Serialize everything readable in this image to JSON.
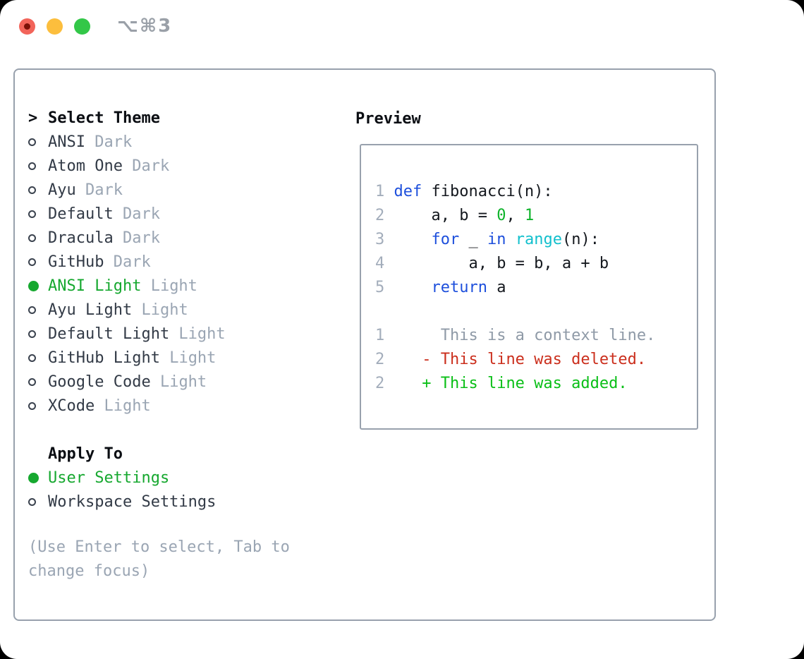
{
  "window": {
    "title": "⌥⌘3"
  },
  "theme_list": {
    "header": {
      "marker": ">",
      "label": "Select Theme"
    },
    "items": [
      {
        "name": "ANSI",
        "variant": "Dark",
        "selected": false
      },
      {
        "name": "Atom One",
        "variant": "Dark",
        "selected": false
      },
      {
        "name": "Ayu",
        "variant": "Dark",
        "selected": false
      },
      {
        "name": "Default",
        "variant": "Dark",
        "selected": false
      },
      {
        "name": "Dracula",
        "variant": "Dark",
        "selected": false
      },
      {
        "name": "GitHub",
        "variant": "Dark",
        "selected": false
      },
      {
        "name": "ANSI Light",
        "variant": "Light",
        "selected": true
      },
      {
        "name": "Ayu Light",
        "variant": "Light",
        "selected": false
      },
      {
        "name": "Default Light",
        "variant": "Light",
        "selected": false
      },
      {
        "name": "GitHub Light",
        "variant": "Light",
        "selected": false
      },
      {
        "name": "Google Code",
        "variant": "Light",
        "selected": false
      },
      {
        "name": "XCode",
        "variant": "Light",
        "selected": false
      }
    ]
  },
  "apply_to": {
    "label": "Apply To",
    "options": [
      {
        "label": "User Settings",
        "selected": true
      },
      {
        "label": "Workspace Settings",
        "selected": false
      }
    ]
  },
  "help_text": "(Use Enter to select, Tab to change focus)",
  "preview": {
    "label": "Preview",
    "lines": [
      {
        "tokens": [
          {
            "t": "1 ",
            "c": "ln"
          },
          {
            "t": "def ",
            "c": "kw"
          },
          {
            "t": "fibonacci(n):",
            "c": "txt"
          }
        ]
      },
      {
        "tokens": [
          {
            "t": "2 ",
            "c": "ln"
          },
          {
            "t": "    a, b = ",
            "c": "txt"
          },
          {
            "t": "0",
            "c": "num"
          },
          {
            "t": ", ",
            "c": "txt"
          },
          {
            "t": "1",
            "c": "num"
          }
        ]
      },
      {
        "tokens": [
          {
            "t": "3 ",
            "c": "ln"
          },
          {
            "t": "    ",
            "c": "txt"
          },
          {
            "t": "for",
            "c": "kw"
          },
          {
            "t": " _ ",
            "c": "txt"
          },
          {
            "t": "in",
            "c": "kw"
          },
          {
            "t": " ",
            "c": "txt"
          },
          {
            "t": "range",
            "c": "fn"
          },
          {
            "t": "(n):",
            "c": "txt"
          }
        ]
      },
      {
        "tokens": [
          {
            "t": "4 ",
            "c": "ln"
          },
          {
            "t": "        a, b = b, a + b",
            "c": "txt"
          }
        ]
      },
      {
        "tokens": [
          {
            "t": "5 ",
            "c": "ln"
          },
          {
            "t": "    ",
            "c": "txt"
          },
          {
            "t": "return",
            "c": "kw"
          },
          {
            "t": " a",
            "c": "txt"
          }
        ]
      },
      {
        "tokens": []
      },
      {
        "tokens": [
          {
            "t": "1 ",
            "c": "ln"
          },
          {
            "t": "     This is a context line.",
            "c": "ctx"
          }
        ]
      },
      {
        "tokens": [
          {
            "t": "2 ",
            "c": "ln"
          },
          {
            "t": "   - This line was deleted.",
            "c": "del"
          }
        ]
      },
      {
        "tokens": [
          {
            "t": "2 ",
            "c": "ln"
          },
          {
            "t": "   + This line was added.",
            "c": "add"
          }
        ]
      }
    ]
  },
  "colors": {
    "accent_green": "#16a82f",
    "keyword_blue": "#1d4fdc",
    "function_cyan": "#13c0cd",
    "number_green": "#0db32a",
    "diff_red": "#cb2f1d",
    "diff_green": "#0abf17",
    "context_gray": "#8f9aa7",
    "line_number_gray": "#a3adbb",
    "muted_gray": "#9aa5b3",
    "item_text": "#323a46",
    "header_black": "#0b0e13",
    "code_text": "#14181e",
    "radio_ring": "#3a424e",
    "border_gray": "#98a1ad",
    "traffic_red": "#f2645a",
    "traffic_red_dot": "#7b1007",
    "traffic_yellow": "#fcbe3d",
    "traffic_green": "#33c748",
    "title_gray": "#9aa0a8"
  }
}
